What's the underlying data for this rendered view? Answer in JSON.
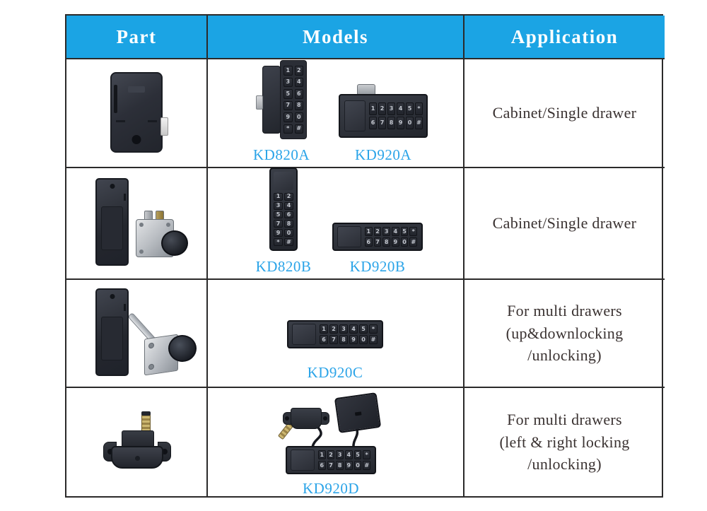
{
  "page": {
    "bg": "#ffffff"
  },
  "colors": {
    "header_bg": "#1ba4e4",
    "header_text": "#ffffff",
    "border": "#2b2a2a",
    "model_label": "#2ba4e8",
    "application_text": "#3a3231"
  },
  "header": {
    "part": "Part",
    "models": "Models",
    "application": "Application"
  },
  "rows": [
    {
      "part_items": [
        "cabinet-lock-body"
      ],
      "models": [
        {
          "name": "KD820A"
        },
        {
          "name": "KD920A"
        }
      ],
      "application": [
        "Cabinet/Single drawer"
      ]
    },
    {
      "part_items": [
        "battery-box",
        "cam-lock-with-knob"
      ],
      "models": [
        {
          "name": "KD820B"
        },
        {
          "name": "KD920B"
        }
      ],
      "application": [
        "Cabinet/Single drawer"
      ]
    },
    {
      "part_items": [
        "battery-box",
        "cam-lock-with-shaft"
      ],
      "models": [
        {
          "name": "KD920C"
        }
      ],
      "application": [
        "For multi drawers",
        "(up&downlocking",
        "/unlocking)"
      ]
    },
    {
      "part_items": [
        "motor-lock"
      ],
      "models": [
        {
          "name": "KD920D"
        }
      ],
      "application": [
        "For multi drawers",
        "(left & right locking",
        "/unlocking)"
      ]
    }
  ],
  "keypad": {
    "horizontal_rows": [
      [
        "1",
        "2",
        "3",
        "4",
        "5",
        "*"
      ],
      [
        "6",
        "7",
        "8",
        "9",
        "0",
        "#"
      ]
    ],
    "vertical_rows": [
      [
        "1",
        "2"
      ],
      [
        "3",
        "4"
      ],
      [
        "5",
        "6"
      ],
      [
        "7",
        "8"
      ],
      [
        "9",
        "0"
      ],
      [
        "*",
        "#"
      ]
    ]
  }
}
